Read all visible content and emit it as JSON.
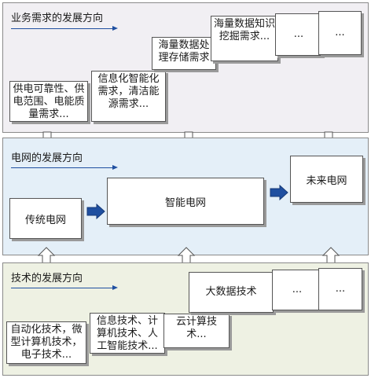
{
  "business": {
    "title": "业务需求的发展方向",
    "steps": [
      "供电可靠性、供电范围、电能质量需求...",
      "信息化智能化需求，清洁能源需求...",
      "海量数据处理存储需求",
      "海量数据知识挖掘需求...",
      "...",
      "..."
    ]
  },
  "grid": {
    "title": "电网的发展方向",
    "traditional": "传统电网",
    "smart": "智能电网",
    "future": "未来电网"
  },
  "tech": {
    "title": "技术的发展方向",
    "steps": [
      "自动化技术，微型计算机技术，电子技术...",
      "信息技术、计算机技术、人工智能技术...",
      "云计算技术...",
      "大数据技术",
      "...",
      "..."
    ]
  },
  "colors": {
    "business_bg": "#f1eff3",
    "grid_bg": "#e4eff8",
    "tech_bg": "#eef1e3",
    "accent_blue": "#1f4fa0"
  }
}
